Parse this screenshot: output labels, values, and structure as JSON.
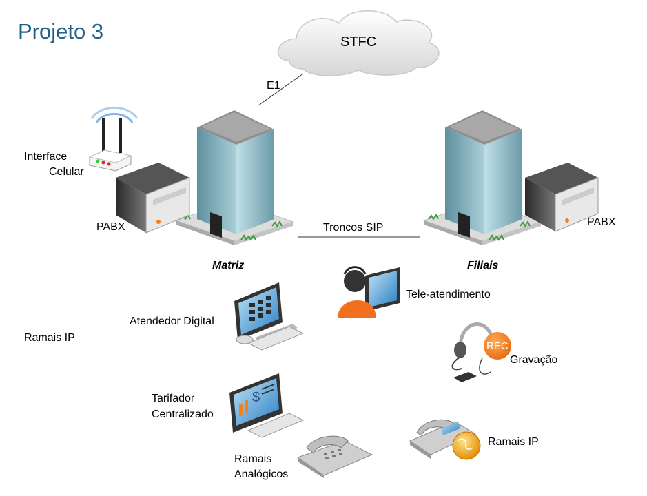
{
  "title": "Projeto 3",
  "cloud": {
    "label": "STFC"
  },
  "links": {
    "e1": "E1",
    "sip": "Troncos SIP"
  },
  "sites": {
    "matriz": "Matriz",
    "filiais": "Filiais"
  },
  "labels": {
    "interface_line1": "Interface",
    "interface_line2": "Celular",
    "pabx_left": "PABX",
    "pabx_right": "PABX",
    "ramais_ip_left": "Ramais IP",
    "atendedor": "Atendedor Digital",
    "tarifador_line1": "Tarifador",
    "tarifador_line2": "Centralizado",
    "ramais_analog_line1": "Ramais",
    "ramais_analog_line2": "Analógicos",
    "tele": "Tele-atendimento",
    "gravacao": "Gravação",
    "ramais_ip_right": "Ramais IP",
    "rec": "REC"
  },
  "colors": {
    "title": "#1f6088",
    "building_glass": "#7fb0c0",
    "rec_badge": "#f08020",
    "headset_person": "#f07020",
    "grass": "#3c9a3c"
  }
}
